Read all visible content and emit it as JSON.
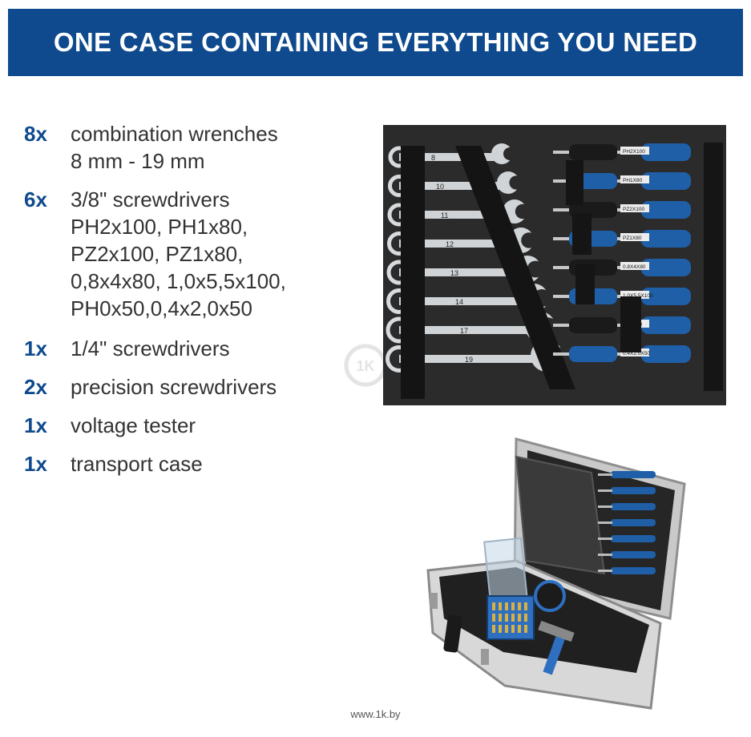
{
  "banner": {
    "title": "ONE CASE CONTAINING EVERYTHING YOU NEED"
  },
  "items": [
    {
      "qty": "8x",
      "desc": "combination wrenches\n8 mm - 19 mm"
    },
    {
      "qty": "6x",
      "desc": "3/8\" screwdrivers\nPH2x100, PH1x80,\nPZ2x100, PZ1x80,\n0,8x4x80, 1,0x5,5x100,\nPH0x50,0,4x2,0x50"
    },
    {
      "qty": "1x",
      "desc": "1/4\" screwdrivers"
    },
    {
      "qty": "2x",
      "desc": "precision screwdrivers"
    },
    {
      "qty": "1x",
      "desc": "voltage tester"
    },
    {
      "qty": "1x",
      "desc": "transport case"
    }
  ],
  "tray": {
    "wrench_sizes": [
      "8",
      "10",
      "11",
      "12",
      "13",
      "14",
      "17",
      "19"
    ],
    "screwdriver_labels": [
      "PH2X100",
      "PH1X80",
      "PZ2X100",
      "PZ1X80",
      "0.8X4X80",
      "1.0X5.5X100",
      "PH0X50",
      "0.4X2.0X50"
    ]
  },
  "watermark": {
    "text": "www.1k.by"
  },
  "colors": {
    "brand_blue": "#0e4a8d",
    "tool_blue": "#1f5fa8",
    "foam": "#2b2b2b"
  }
}
